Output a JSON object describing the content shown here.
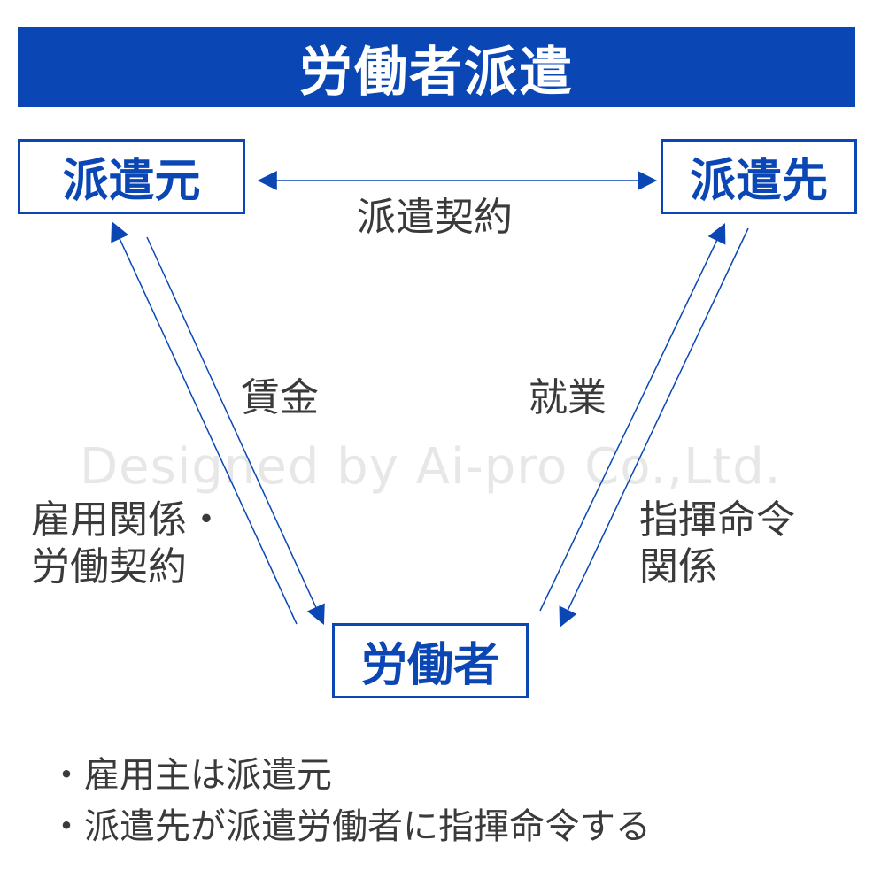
{
  "title": "労働者派遣",
  "nodes": {
    "haken_moto": "派遣元",
    "haken_saki": "派遣先",
    "worker": "労働者"
  },
  "labels": {
    "dispatch_contract": "派遣契約",
    "wage": "賃金",
    "work": "就業",
    "employment_line1": "雇用関係・",
    "employment_line2": "労働契約",
    "command_line1": "指揮命令",
    "command_line2": "関係"
  },
  "watermark": "Designed by Ai-pro Co.,Ltd.",
  "notes": [
    "・雇用主は派遣元",
    "・派遣先が派遣労働者に指揮命令する"
  ],
  "colors": {
    "accent": "#0a47b5",
    "text": "#3a3a3a"
  }
}
